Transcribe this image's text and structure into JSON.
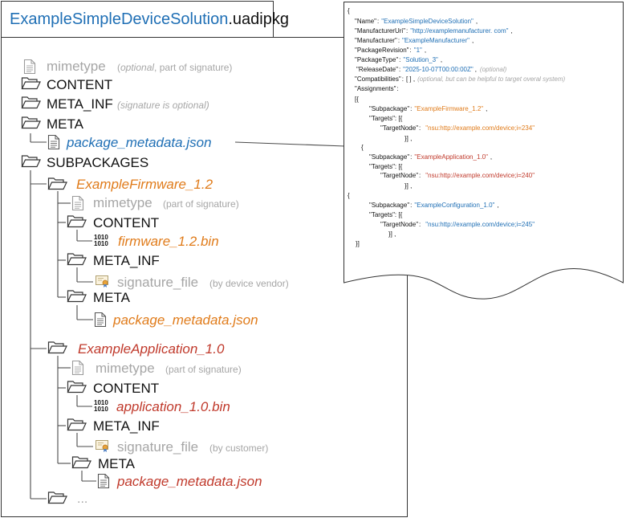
{
  "colors": {
    "blue": "#1f6fb5",
    "orange": "#e07b1a",
    "red": "#c0392b",
    "gray": "#a6a6a6",
    "black": "#111111",
    "line": "#4a4a4a"
  },
  "package": {
    "title_main": "ExampleSimpleDeviceSolution",
    "title_ext": ".uadipkg"
  },
  "tree": {
    "mimetype": "mimetype",
    "mimetype_note_optional": "optional",
    "mimetype_note_rest": ", part of signature)",
    "mimetype_note_open": "(",
    "content": "CONTENT",
    "meta_inf": "META_INF",
    "meta_inf_note": "(signature is optional)",
    "meta": "META",
    "package_metadata": "package_metadata.json",
    "subpackages": "SUBPACKAGES",
    "firmware": {
      "folder": "ExampleFirmware_1.2",
      "mimetype": "mimetype",
      "mimetype_note": "(part of signature)",
      "content": "CONTENT",
      "bin": "firmware_1.2.bin",
      "meta_inf": "META_INF",
      "signature": "signature_file",
      "signature_note": "(by device vendor)",
      "meta": "META",
      "package_metadata": "package_metadata.json"
    },
    "application": {
      "folder": "ExampleApplication_1.0",
      "mimetype": "mimetype",
      "mimetype_note": "(part of signature)",
      "content": "CONTENT",
      "bin": "application_1.0.bin",
      "meta_inf": "META_INF",
      "signature": "signature_file",
      "signature_note": "(by customer)",
      "meta": "META",
      "package_metadata": "package_metadata.json"
    },
    "more": "..."
  },
  "binary_glyph": {
    "top": "1010",
    "bottom": "1010"
  },
  "json_doc": {
    "open_brace": "{",
    "name_key": "\"Name\"",
    "name_val": "\"ExampleSimpleDeviceSolution\"",
    "manuri_key": "\"ManufacturerUri\"",
    "manuri_val": "\"http://examplemanufacturer. com\"",
    "man_key": "\"Manufacturer\"",
    "man_val": "\"ExampleManufacturer\"",
    "rev_key": "\"PackageRevision\"",
    "rev_val": "\"1\"",
    "type_key": "\"PackageType\"",
    "type_val": "\"Solution_3\"",
    "date_key": "\"ReleaseDate\"",
    "date_val": "\"2025-10-07T00:00:00Z\"",
    "date_note": "(optional)",
    "compat_key": "\"Compatibilities\"",
    "compat_val": "[ ] ,",
    "compat_note": "(optional, but can be helpful to target overal system)",
    "assign_key": "\"Assignments\"",
    "open_array": "[{",
    "subpackage_key": "\"Subpackage\"",
    "targets_key": "\"Targets\"",
    "targetnode_key": "\"TargetNode\"",
    "sub1": "\"ExampleFirmware_1.2\"",
    "node1": "\"nsu:http://example.com/device;i=234\"",
    "sub2": "\"ExampleApplication_1.0\"",
    "node2": "\"nsu:http://example.com/device;i=240\"",
    "sub3": "\"ExampleConfiguration_1.0\"",
    "node3": "\"nsu:http://example.com/device;i=245\"",
    "close_inner": "}] ,",
    "close_inner_last": "}] ,",
    "close_all": "}]",
    "open_obj": "{",
    "targets_open": ": [{",
    "colon": ":",
    "comma": ",",
    "open_sub": "{"
  }
}
